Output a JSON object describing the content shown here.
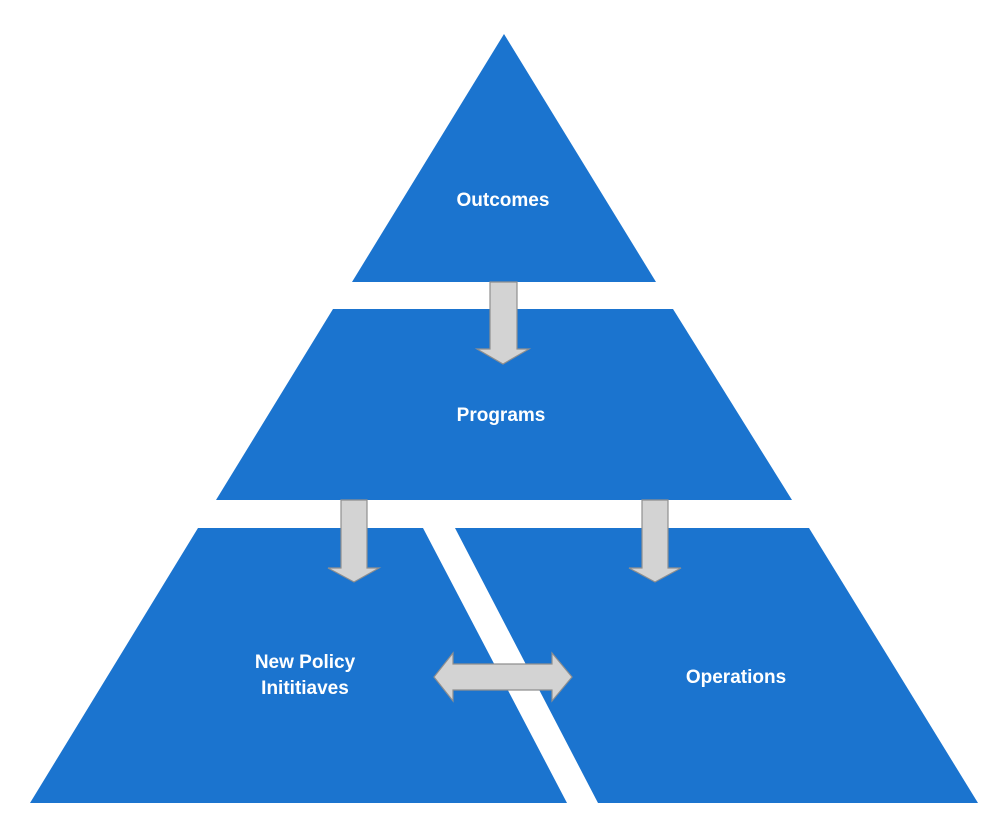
{
  "diagram": {
    "tiers": {
      "outcomes": "Outcomes",
      "programs": "Programs",
      "policy_line1": "New Policy",
      "policy_line2": "Inititiaves",
      "operations": "Operations"
    },
    "colors": {
      "tier_fill": "#1b74cf",
      "arrow_fill": "#d3d3d3",
      "arrow_stroke": "#8f8f8f",
      "label_text": "#ffffff"
    }
  }
}
